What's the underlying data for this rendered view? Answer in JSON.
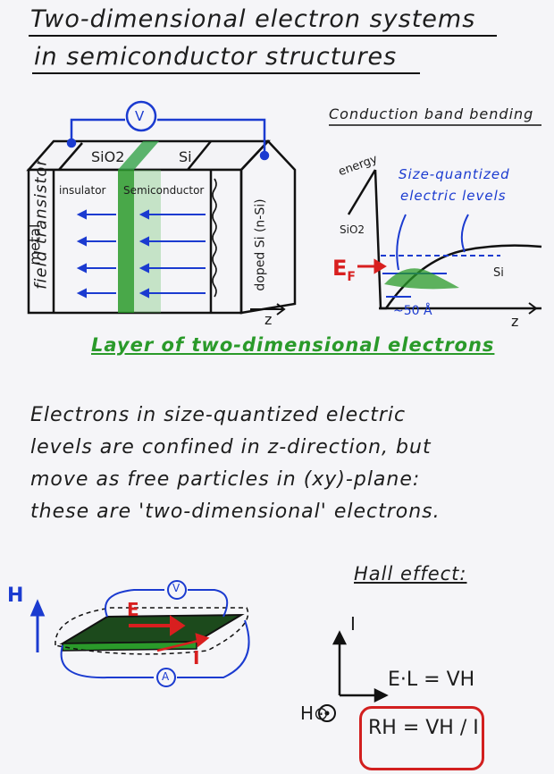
{
  "title": {
    "line1": "Two-dimensional electron systems",
    "line2": "in semiconductor structures"
  },
  "diagram": {
    "side_label": "field transistor",
    "labels": {
      "sio2": "SiO2",
      "si": "Si",
      "insulator": "insulator",
      "semiconductor": "Semiconductor",
      "metal": "metal",
      "doped_si": "doped Si (n-Si)",
      "z_axis": "z",
      "voltmeter": "V"
    },
    "layer_caption": "Layer of two-dimensional electrons"
  },
  "band": {
    "title": "Conduction band bending",
    "energy": "energy",
    "size_quantized_line1": "Size-quantized",
    "size_quantized_line2": "electric levels",
    "sio2": "SiO2",
    "si": "Si",
    "ef_main": "E",
    "ef_sub": "F",
    "width": "~50 Å",
    "z_axis": "z"
  },
  "paragraph": [
    "Electrons in size-quantized electric",
    "levels are confined in z-direction, but",
    "move as free particles in (xy)-plane:",
    "these are 'two-dimensional' electrons."
  ],
  "hall": {
    "title": "Hall effect:",
    "h": "H",
    "e": "E",
    "i_arrow": "I",
    "voltmeter": "V",
    "ammeter": "A",
    "i_axis": "I",
    "el_eq": "E·L = VH",
    "h_dot": "H⊙",
    "rh_eq": "RH = VH / I"
  },
  "colors": {
    "blue": "#1b3bd0",
    "green": "#2a9a2a",
    "red": "#d81f1f"
  }
}
